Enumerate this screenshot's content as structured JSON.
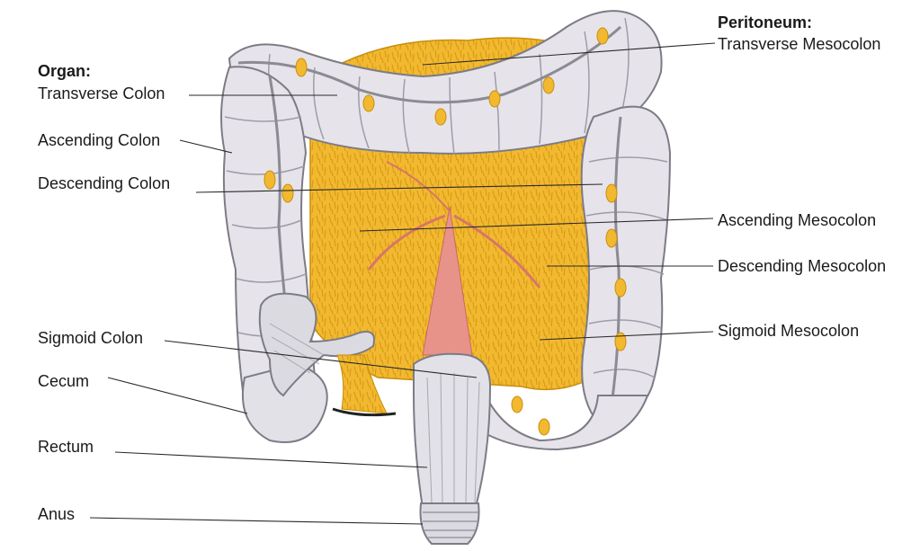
{
  "headings": {
    "organ": "Organ:",
    "peritoneum": "Peritoneum:"
  },
  "organ_labels": {
    "transverse_colon": "Transverse Colon",
    "ascending_colon": "Ascending Colon",
    "descending_colon": "Descending Colon",
    "sigmoid_colon": "Sigmoid Colon",
    "cecum": "Cecum",
    "rectum": "Rectum",
    "anus": "Anus"
  },
  "peritoneum_labels": {
    "transverse_mesocolon": "Transverse Mesocolon",
    "ascending_mesocolon": "Ascending Mesocolon",
    "descending_mesocolon": "Descending Mesocolon",
    "sigmoid_mesocolon": "Sigmoid Mesocolon"
  },
  "colors": {
    "colon_fill": "#e6e4ea",
    "colon_stroke": "#7d7b85",
    "mesocolon_fill": "#f0b72e",
    "mesocolon_dark": "#d49a12",
    "vessel_red": "#e48a7c",
    "taenia": "#8c8a92"
  }
}
